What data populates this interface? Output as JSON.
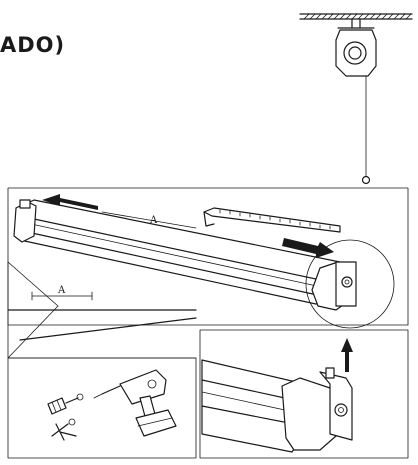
{
  "heading": "ADO)",
  "dimension_label_top": "A",
  "dimension_label_wall": "A"
}
